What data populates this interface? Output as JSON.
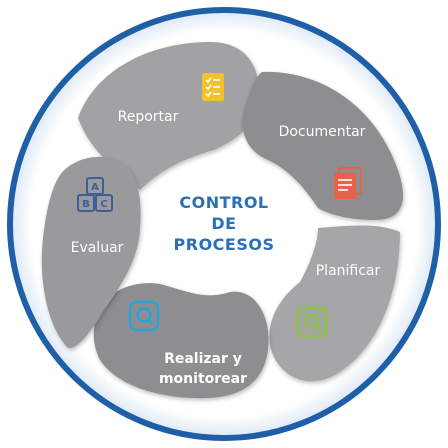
{
  "center": {
    "lines": [
      "CONTROL",
      "DE",
      "PROCESOS"
    ]
  },
  "segments": {
    "reportar": {
      "label": "Reportar",
      "icon": "checklist-document-icon",
      "icon_color": "#f2c12e"
    },
    "documentar": {
      "label": "Documentar",
      "icon": "documents-icon",
      "icon_color": "#e8624a"
    },
    "planificar": {
      "label": "Planificar",
      "icon": "plan-search-icon",
      "icon_color": "#8cc63f"
    },
    "realizar": {
      "label_lines": [
        "Realizar y",
        "monitorear"
      ],
      "icon": "monitor-search-icon",
      "icon_color": "#29a3d8"
    },
    "evaluar": {
      "label": "Evaluar",
      "icon": "abc-blocks-icon",
      "icon_color": "#3b5f9a"
    }
  },
  "colors": {
    "ring": "#1e5fa8",
    "segment_dark": "#8f8f92",
    "segment_light": "#a4a4a7",
    "center_text": "#2b6fb5"
  }
}
